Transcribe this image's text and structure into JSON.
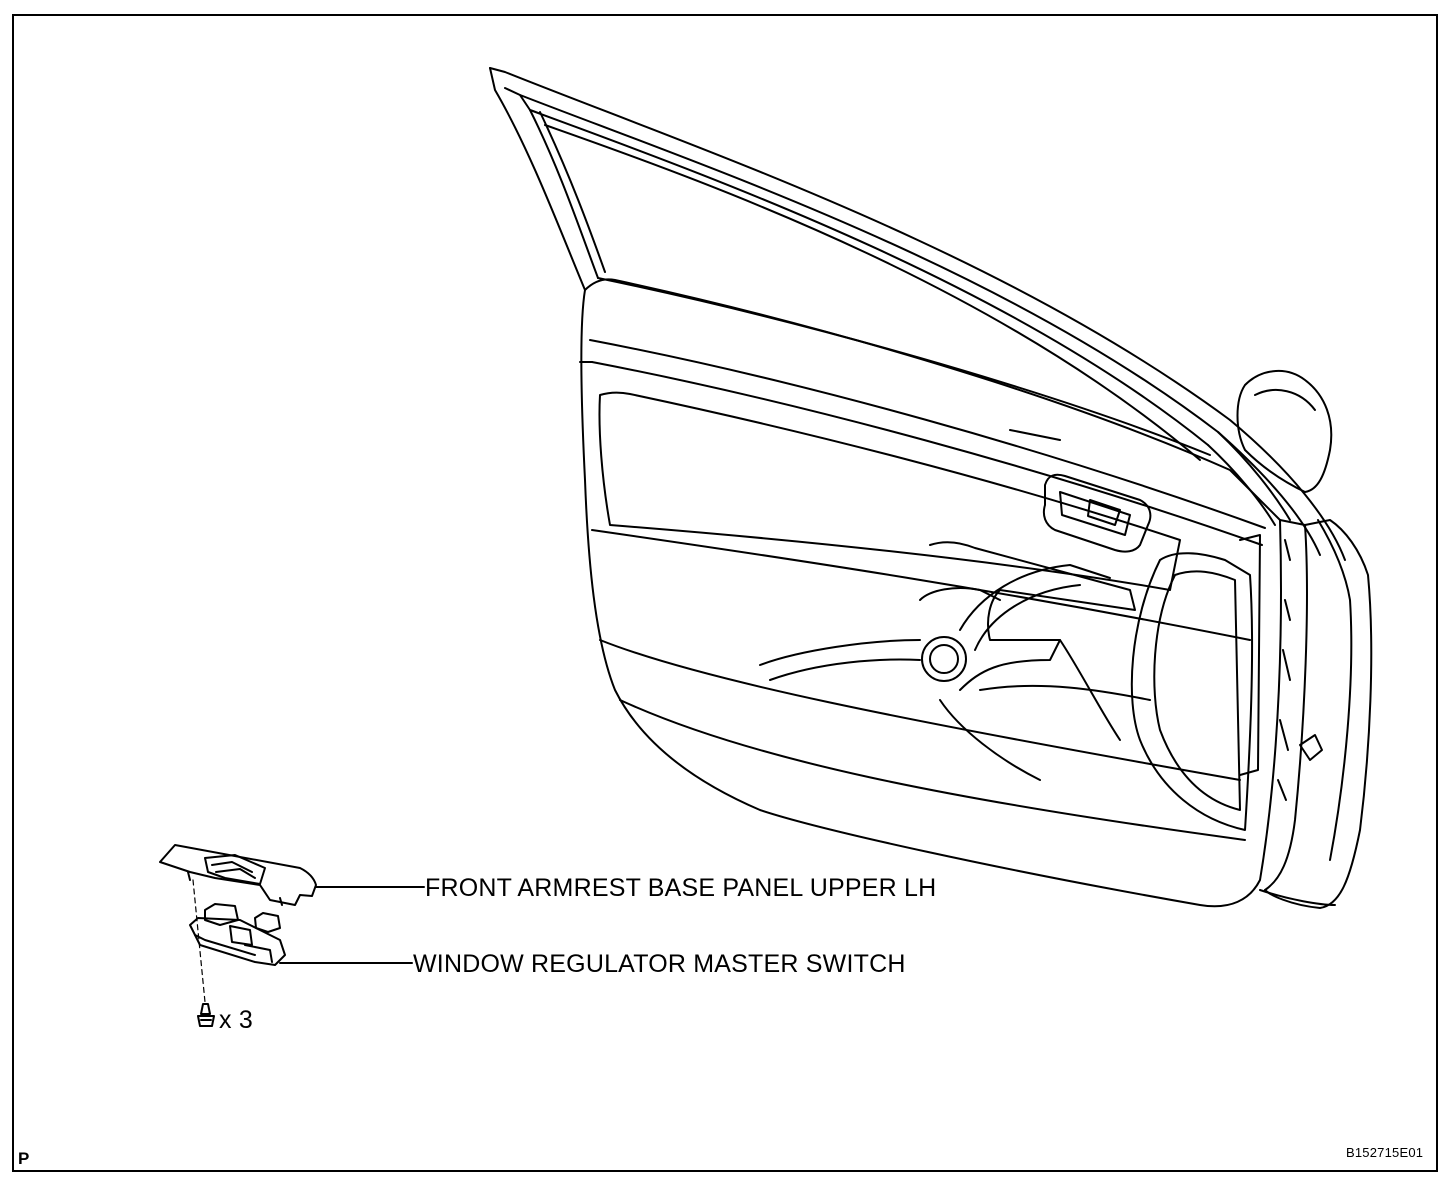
{
  "diagram": {
    "labels": {
      "armrest_panel": "FRONT ARMREST BASE PANEL UPPER LH",
      "master_switch": "WINDOW REGULATOR MASTER SWITCH",
      "screw_qty": "x 3"
    },
    "corner_mark": "P",
    "figure_code": "B152715E01"
  },
  "icons": [
    "door-panel-drawing",
    "armrest-base-panel-drawing",
    "master-switch-drawing",
    "screw-icon"
  ],
  "colors": {
    "line": "#000000",
    "background": "#ffffff"
  }
}
